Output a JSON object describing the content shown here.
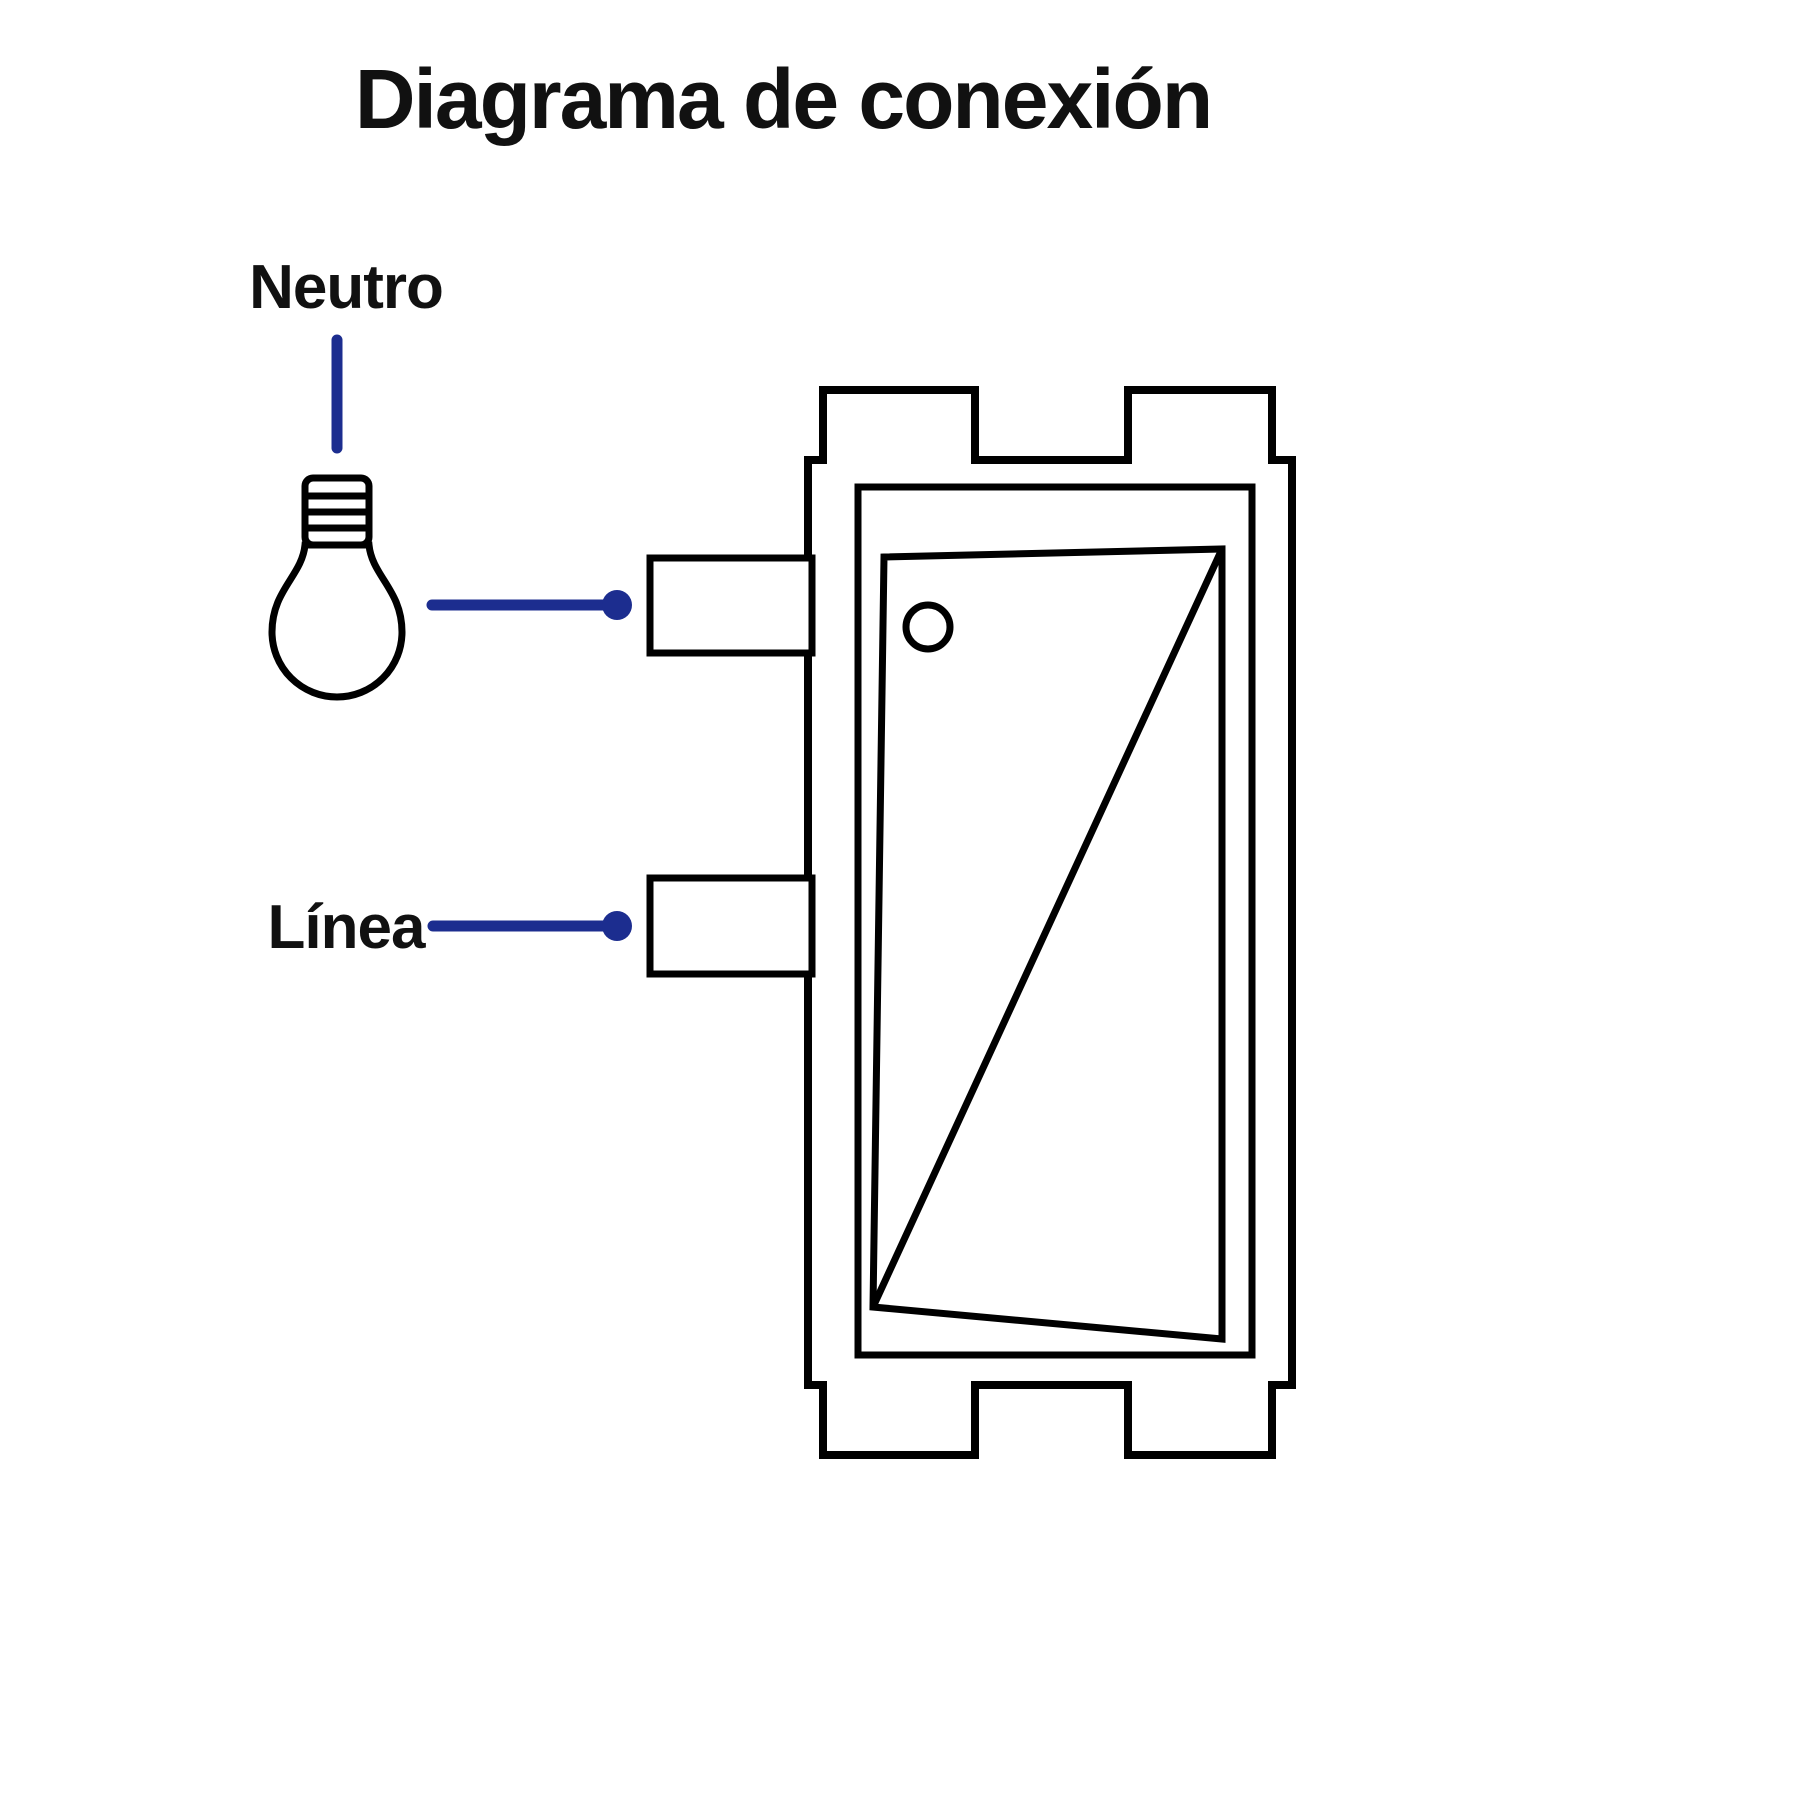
{
  "title": "Diagrama de conexión",
  "labels": {
    "neutral": "Neutro",
    "line": "Línea"
  },
  "colors": {
    "wire": "#1c2d8f",
    "outline": "#000000",
    "text": "#111111",
    "background": "#ffffff"
  },
  "icons": {
    "bulb": "light-bulb-outline",
    "switch": "rocker-switch-module-outline"
  },
  "connections": [
    {
      "from": "Neutro",
      "to": "light-bulb"
    },
    {
      "from": "light-bulb",
      "to": "switch-terminal-top"
    },
    {
      "from": "Línea",
      "to": "switch-terminal-bottom"
    }
  ]
}
